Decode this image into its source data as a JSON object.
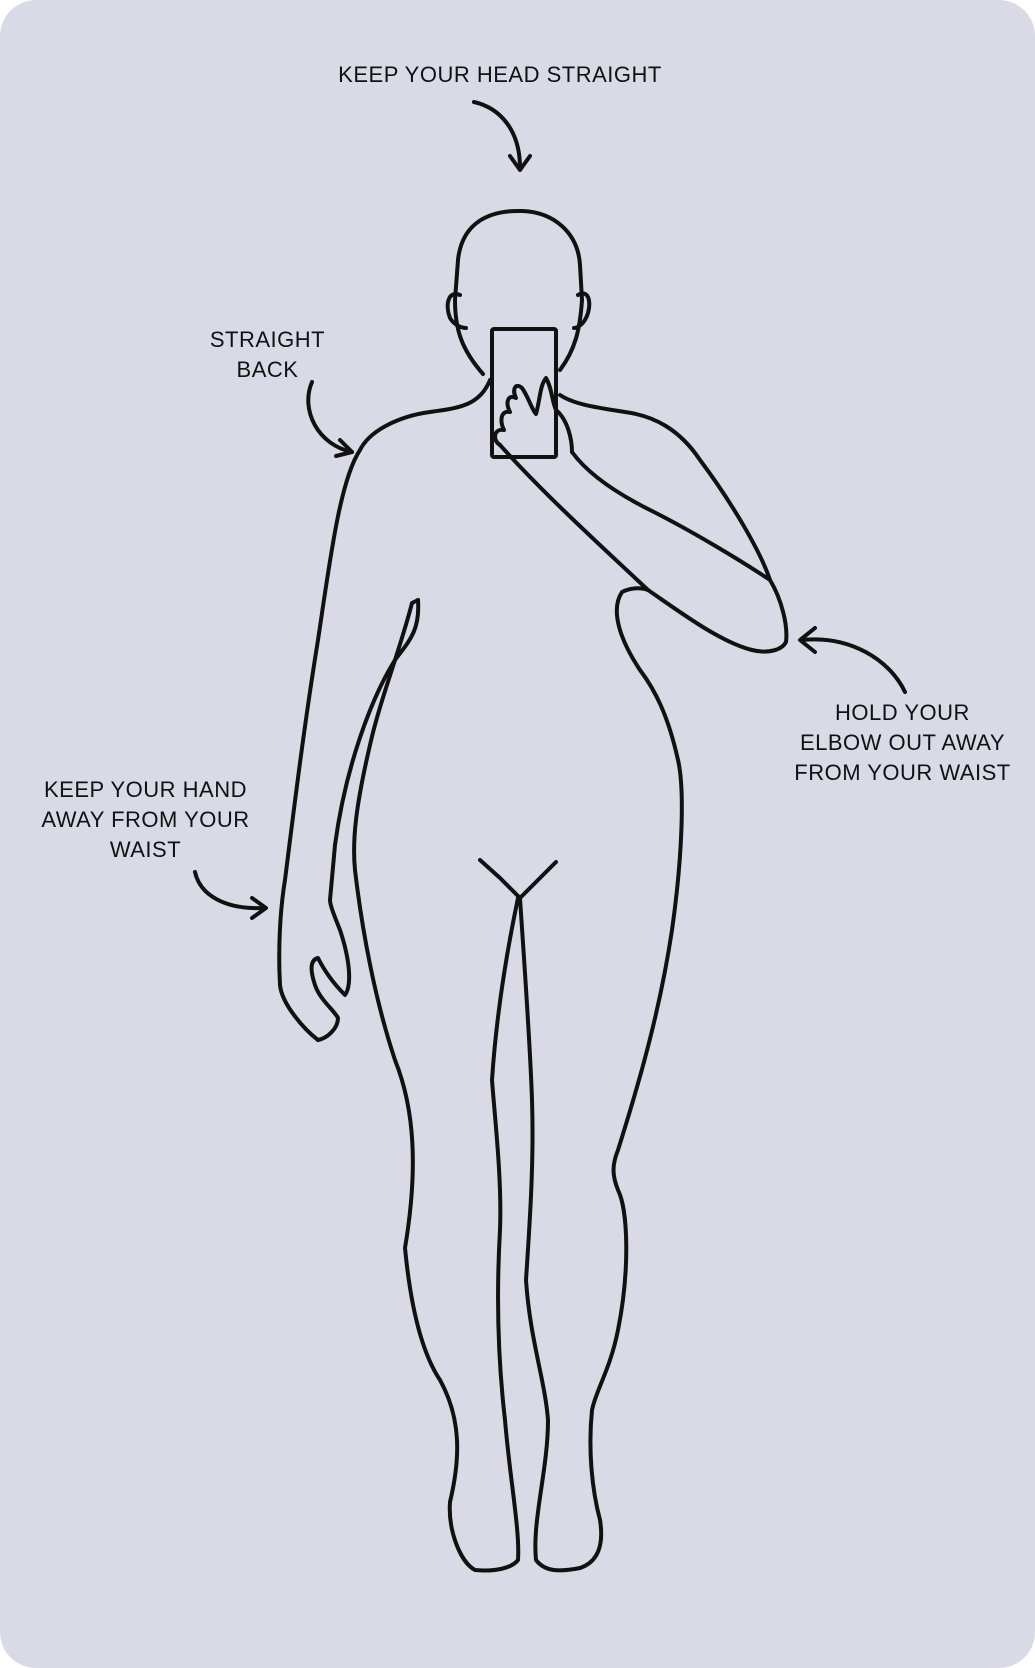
{
  "annotations": {
    "head": {
      "lines": [
        "KEEP YOUR HEAD STRAIGHT"
      ],
      "icon": "curved-arrow-down"
    },
    "back": {
      "lines": [
        "STRAIGHT",
        "BACK"
      ],
      "icon": "curved-arrow-right"
    },
    "elbow": {
      "lines": [
        "HOLD YOUR",
        "ELBOW OUT AWAY",
        "FROM YOUR WAIST"
      ],
      "icon": "curved-arrow-left"
    },
    "hand": {
      "lines": [
        "KEEP YOUR HAND",
        "AWAY FROM YOUR",
        "WAIST"
      ],
      "icon": "curved-arrow-right"
    }
  },
  "colors": {
    "background": "#d9dae6",
    "stroke": "#111111",
    "text": "#111111"
  }
}
